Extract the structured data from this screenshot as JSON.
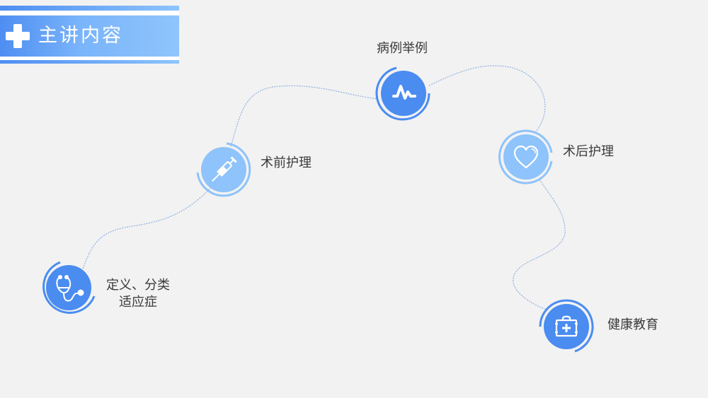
{
  "header": {
    "icon": "medical-plus-icon",
    "title": "主讲内容"
  },
  "colors": {
    "background": "#f2f2f2",
    "dark_blue": "#4a8cf0",
    "light_blue": "#8ec3fb",
    "text": "#3a3a3a",
    "path": "#8fb0e0"
  },
  "nodes": [
    {
      "id": "definition",
      "icon": "stethoscope-icon",
      "label_line1": "定义、分类",
      "label_line2": "适应症",
      "style": "dark"
    },
    {
      "id": "preop-care",
      "icon": "syringe-icon",
      "label": "术前护理",
      "style": "light"
    },
    {
      "id": "case-examples",
      "icon": "pulse-icon",
      "label": "病例举例",
      "style": "dark"
    },
    {
      "id": "postop-care",
      "icon": "heart-icon",
      "label": "术后护理",
      "style": "light"
    },
    {
      "id": "health-education",
      "icon": "medkit-icon",
      "label": "健康教育",
      "style": "dark"
    }
  ]
}
